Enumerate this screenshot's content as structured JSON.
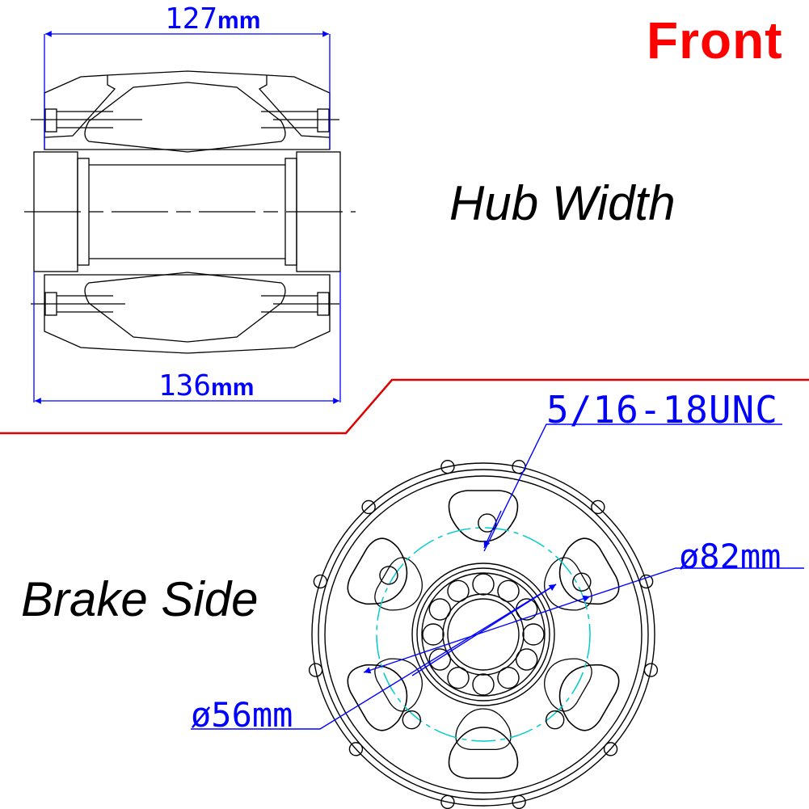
{
  "header": {
    "title": "Front",
    "title_color": "#ff0000"
  },
  "side_view": {
    "label": "Hub Width",
    "dimensions": {
      "inner_width": {
        "value": "127",
        "unit": "mm"
      },
      "outer_width": {
        "value": "136",
        "unit": "mm"
      }
    }
  },
  "front_view": {
    "label": "Brake Side",
    "callouts": {
      "thread": "5/16-18UNC",
      "bolt_circle_diameter": "ø82mm",
      "center_bore_diameter": "ø56mm"
    },
    "bolt_holes": 6,
    "spoke_windows": 6
  },
  "colors": {
    "dimension": "#0000ff",
    "pitch_circle": "#00cccc",
    "divider": "#e00000",
    "outline": "#000000"
  }
}
